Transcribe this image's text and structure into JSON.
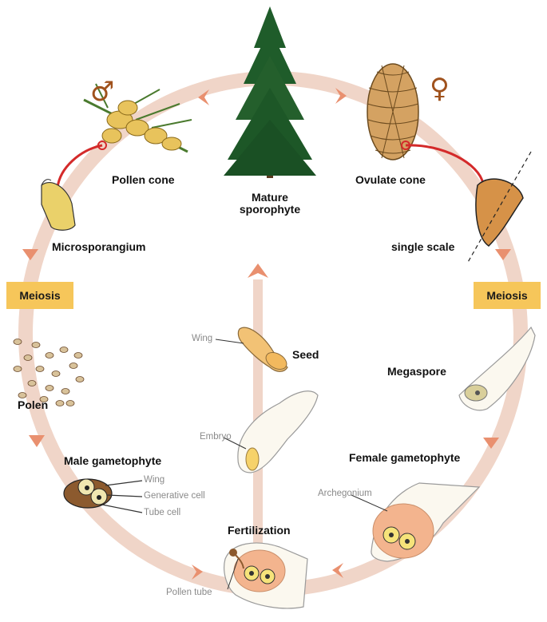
{
  "stages": {
    "mature_sporophyte": "Mature\nsporophyte",
    "pollen_cone": "Pollen cone",
    "ovulate_cone": "Ovulate cone",
    "microsporangium": "Microsporangium",
    "single_scale": "single scale",
    "meiosis_left": "Meiosis",
    "meiosis_right": "Meiosis",
    "polen": "Polen",
    "megaspore": "Megaspore",
    "male_gametophyte": "Male gametophyte",
    "female_gametophyte": "Female gametophyte",
    "fertilization": "Fertilization",
    "seed": "Seed"
  },
  "parts": {
    "wing_pollen": "Wing",
    "generative_cell": "Generative cell",
    "tube_cell": "Tube cell",
    "wing_seed": "Wing",
    "embryo": "Embryo",
    "archegonium": "Archegonium",
    "pollen_tube": "Pollen tube"
  },
  "symbols": {
    "male": "♂",
    "female": "♀"
  },
  "icons": [
    "tree-icon",
    "pollen-cone-icon",
    "ovulate-cone-icon",
    "microsporangium-icon",
    "scale-icon",
    "pollen-grains-icon",
    "megaspore-icon",
    "male-gametophyte-icon",
    "female-gametophyte-icon",
    "fertilization-icon",
    "seed-icon",
    "embryo-icon"
  ],
  "colors": {
    "cycle_ring": "#f0d5c8",
    "arrow": "#e9906f",
    "meiosis_box": "#f6c65a",
    "connector": "#d42a2a",
    "symbol": "#a0521d"
  }
}
